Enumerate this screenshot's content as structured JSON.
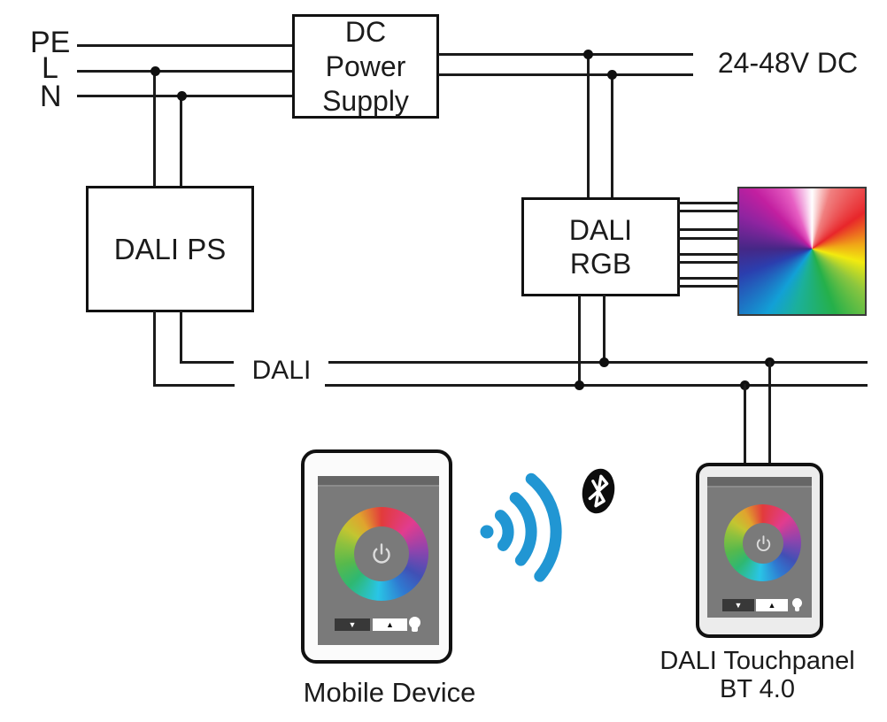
{
  "mains": {
    "pe": "PE",
    "l": "L",
    "n": "N"
  },
  "power_supply": {
    "lines": [
      "DC",
      "Power",
      "Supply"
    ]
  },
  "output_voltage_label": "24-48V DC",
  "dali_ps_label": "DALI PS",
  "dali_rgb": {
    "lines": [
      "DALI",
      "RGB"
    ]
  },
  "bus_label": "DALI",
  "rgb_output": {
    "wire_count": 8
  },
  "mobile_device": {
    "caption": "Mobile Device",
    "dim_glyph": "▼",
    "brighten_glyph": "▲"
  },
  "touchpanel": {
    "caption_line1": "DALI Touchpanel",
    "caption_line2": "BT 4.0",
    "dim_glyph": "▼",
    "brighten_glyph": "▲"
  },
  "icons": {
    "bluetooth": "bluetooth-icon",
    "wireless": "wireless-signal-icon",
    "power": "power-icon",
    "bulb": "bulb-icon",
    "dim": "triangle-down-icon",
    "brighten": "triangle-up-icon"
  },
  "colors": {
    "wire": "#1b1b1b",
    "signal_blue": "#2196d3",
    "screen_gray": "#7a7a7a",
    "device_body": "#fbfbfb"
  }
}
